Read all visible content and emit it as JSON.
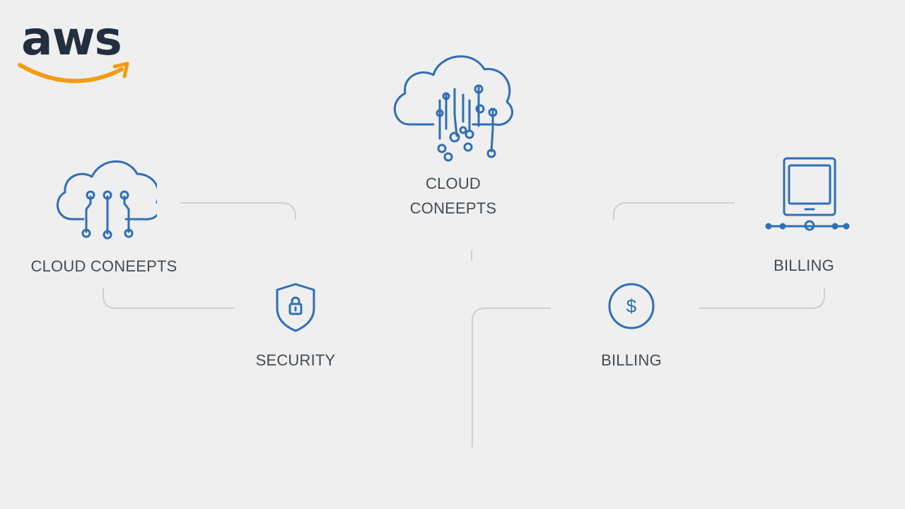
{
  "logo": {
    "wordmark": "aws",
    "icon": "amazon-smile-arrow"
  },
  "colors": {
    "background": "#efefef",
    "icon_stroke": "#2f6fb4",
    "connector": "#cfcfcf",
    "label": "#444b52",
    "logo_text": "#232f3e",
    "logo_smile": "#f39c12"
  },
  "nodes": {
    "center": {
      "label_line1": "CLOUD",
      "label_line2": "CONEEPTS",
      "icon": "cloud-circuit-icon"
    },
    "left": {
      "label": "CLOUD CONEEPTS",
      "icon": "cloud-circuit-icon"
    },
    "security": {
      "label": "SECURITY",
      "icon": "shield-lock-icon"
    },
    "billing_mid": {
      "label": "BILLING",
      "icon": "dollar-coin-icon"
    },
    "billing_right": {
      "label": "BILLING",
      "icon": "tablet-device-icon"
    }
  }
}
